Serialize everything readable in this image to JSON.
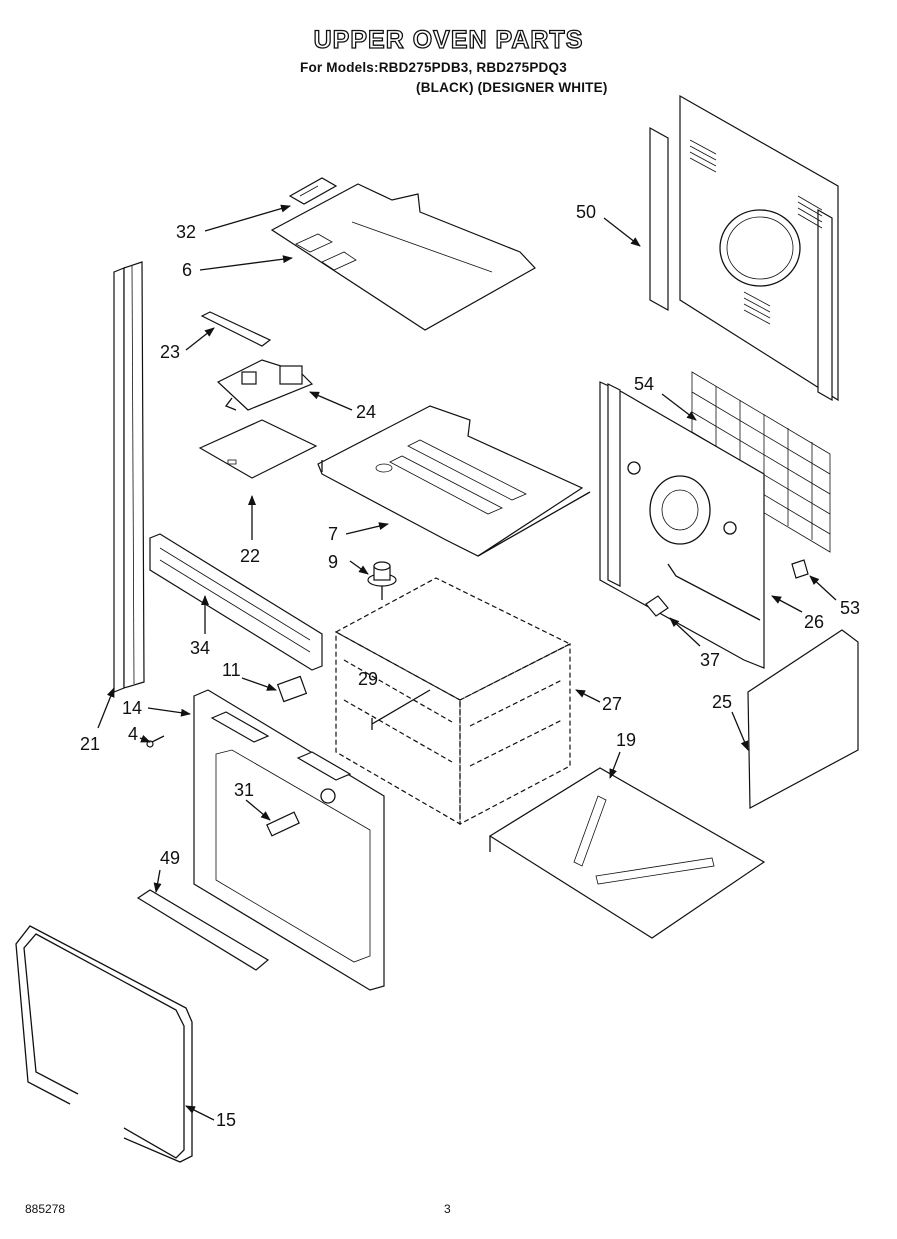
{
  "header": {
    "title": "UPPER OVEN PARTS",
    "models_line": "For Models:RBD275PDB3, RBD275PDQ3",
    "colors_line": "(BLACK)  (DESIGNER WHITE)"
  },
  "callouts": {
    "c32": "32",
    "c6": "6",
    "c50": "50",
    "c23": "23",
    "c24": "24",
    "c54": "54",
    "c22": "22",
    "c7": "7",
    "c9": "9",
    "c34": "34",
    "c11": "11",
    "c29": "29",
    "c27": "27",
    "c26": "26",
    "c53": "53",
    "c37": "37",
    "c25": "25",
    "c21": "21",
    "c14": "14",
    "c4": "4",
    "c19": "19",
    "c31": "31",
    "c49": "49",
    "c15": "15"
  },
  "footer": {
    "doc_number": "885278",
    "page_number": "3"
  }
}
